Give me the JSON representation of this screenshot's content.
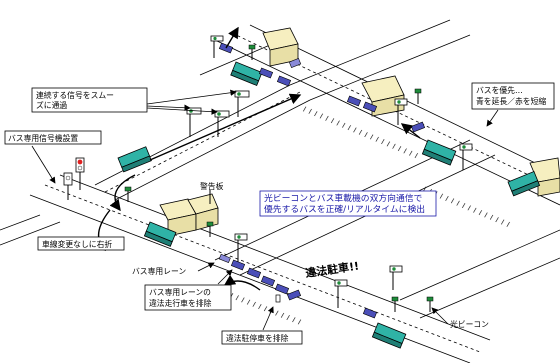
{
  "labels": {
    "signal_sync_line1": "連続する信号をスムー",
    "signal_sync_line2": "ズに通過",
    "bus_signal_device": "バス専用信号機設置",
    "bus_priority_line1": "バスを優先…",
    "bus_priority_line2": "青を延長／赤を短縮",
    "warning_sign": "警告板",
    "optical_beacon_line1": "光ビーコンとバス車載機の双方向通信で",
    "optical_beacon_line2": "優先するバスを正確/リアルタイムに検出",
    "right_turn": "車線変更なしに右折",
    "bus_lane": "バス専用レーン",
    "bus_lane_violation_line1": "バス専用レーンの",
    "bus_lane_violation_line2": "違法走行車を排除",
    "illegal_parking": "違法駐車!!",
    "remove_parked_cars": "違法駐停車を排除",
    "optical_beacon": "光ビーコン"
  },
  "colors": {
    "road_line": "#000000",
    "bus_fill": "#2fb3a6",
    "car_fill": "#4b4fb8",
    "building_fill": "#f6efc0",
    "signal_red": "#e02020",
    "signal_green": "#1e8c3a",
    "beacon_green": "#1e8c3a",
    "callout_text": "#1a1aa8",
    "callout_border": "#1a1aa8"
  }
}
